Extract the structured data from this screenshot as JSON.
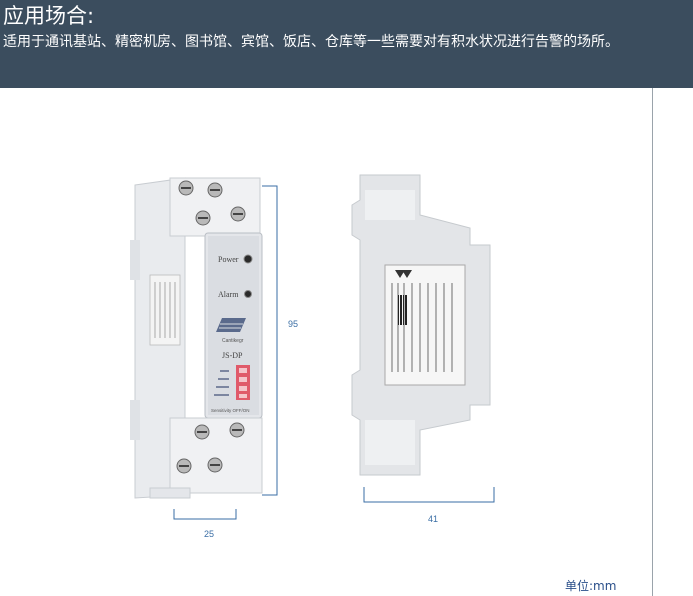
{
  "banner": {
    "title": "应用场合:",
    "description": "适用于通讯基站、精密机房、图书馆、宾馆、饭店、仓库等一些需要对有积水状况进行告警的场所。"
  },
  "front_device": {
    "power_label": "Power",
    "alarm_label": "Alarm",
    "brand": "Cantikegr",
    "model": "JS-DP",
    "dip_caption": "Sensitivity  OFF/ON"
  },
  "dimensions": {
    "height": "95",
    "front_width": "25",
    "side_width": "41",
    "unit": "单位:mm"
  },
  "colors": {
    "banner": "#3b4d5e",
    "dimension_lines": "#3a6ea5",
    "dip_switch": "#e05a6a"
  }
}
